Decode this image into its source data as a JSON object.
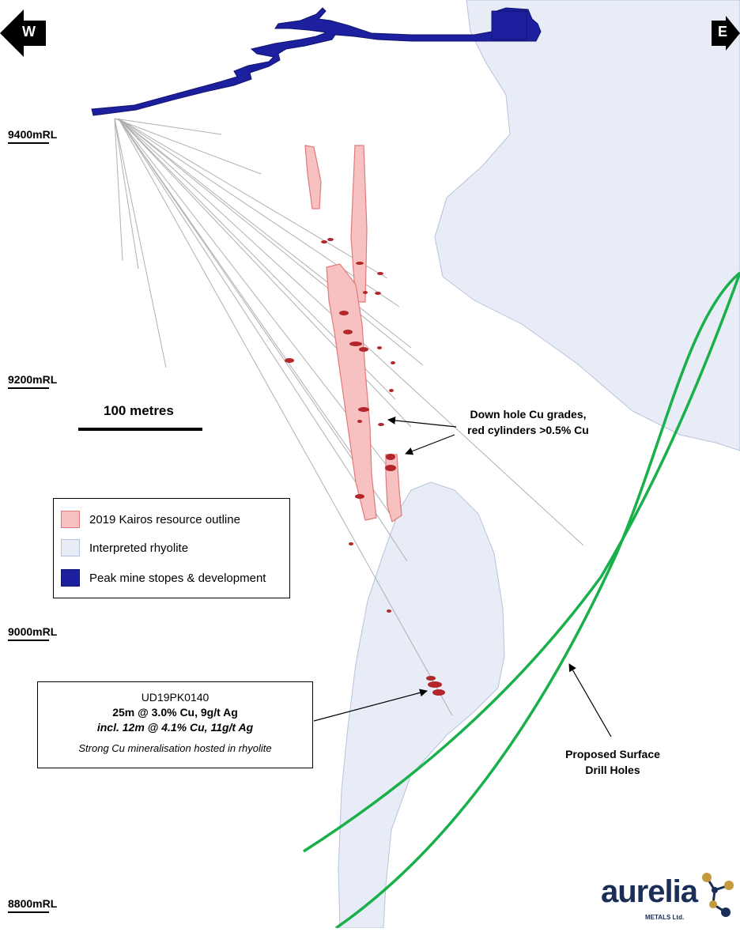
{
  "compass": {
    "west": "W",
    "east": "E"
  },
  "elevations": [
    {
      "label": "9400mRL"
    },
    {
      "label": "9200mRL"
    },
    {
      "label": "9000mRL"
    },
    {
      "label": "8800mRL"
    }
  ],
  "scale_bar": {
    "label": "100 metres"
  },
  "legend": [
    {
      "label": "2019 Kairos resource outline",
      "color": "#f7c1c1",
      "border": "#e07a7a"
    },
    {
      "label": "Interpreted rhyolite",
      "color": "#e7ecf7",
      "border": "#b7c3da"
    },
    {
      "label": "Peak mine stopes & development",
      "color": "#1c1f9e",
      "border": "#12146e"
    }
  ],
  "callout": {
    "hole_id": "UD19PK0140",
    "intercept": "25m @ 3.0% Cu, 9g/t Ag",
    "including": "incl. 12m @ 4.1% Cu, 11g/t Ag",
    "note": "Strong Cu mineralisation hosted in rhyolite"
  },
  "annotations": {
    "cu_grades_line1": "Down hole Cu grades,",
    "cu_grades_line2": "red cylinders >0.5% Cu",
    "proposed_line1": "Proposed Surface",
    "proposed_line2": "Drill Holes"
  },
  "logo": {
    "word": "aurelia",
    "sub": "METALS Ltd."
  },
  "colors": {
    "rhyolite": "#e7ecf7",
    "resource": "#f7c1c1",
    "stopes": "#1c1f9e",
    "proposed_holes": "#19b04b",
    "drill_trace": "#b0b0b0",
    "cu_intercept": "#b3262a"
  }
}
